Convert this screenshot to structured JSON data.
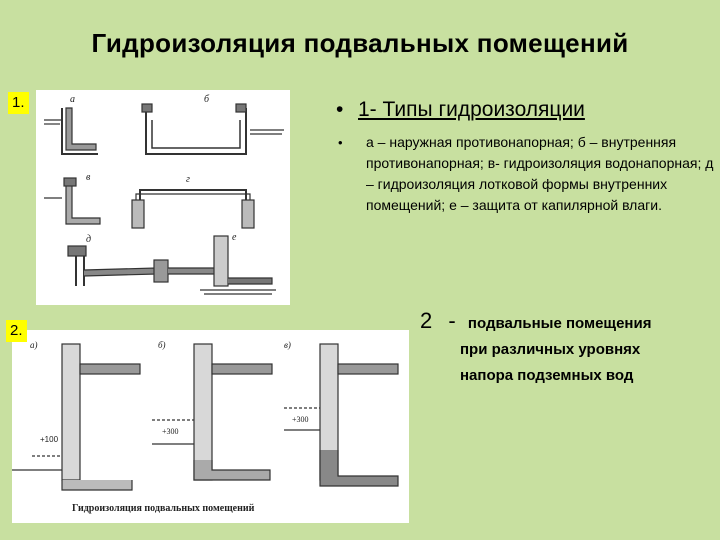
{
  "slide": {
    "title": "Гидроизоляция подвальных помещений"
  },
  "badges": {
    "one": "1.",
    "two": "2."
  },
  "figure1": {
    "letters": [
      "а",
      "б",
      "в",
      "г",
      "д",
      "е"
    ]
  },
  "figure2": {
    "letters": [
      "а)",
      "б)",
      "в)"
    ],
    "caption": "Гидроизоляция подвальных помещений",
    "level_labels": [
      "+100",
      "+300",
      "+300"
    ]
  },
  "text": {
    "bullet_symbol": "•",
    "heading": "1- Типы гидроизоляции",
    "description": "а – наружная противонапорная; б – внутренняя противонапорная; в- гидроизоляция водонапорная; д – гидроизоляция лотковой формы внутренних помещений; е – защита от капилярной влаги.",
    "item2_number": "2",
    "item2_dash": "-",
    "item2_line1": "подвальные помещения",
    "item2_line2": "при различных уровнях",
    "item2_line3": "напора подземных вод"
  },
  "colors": {
    "background": "#c8e0a0",
    "badge": "#ffff00",
    "panel": "#ffffff"
  }
}
